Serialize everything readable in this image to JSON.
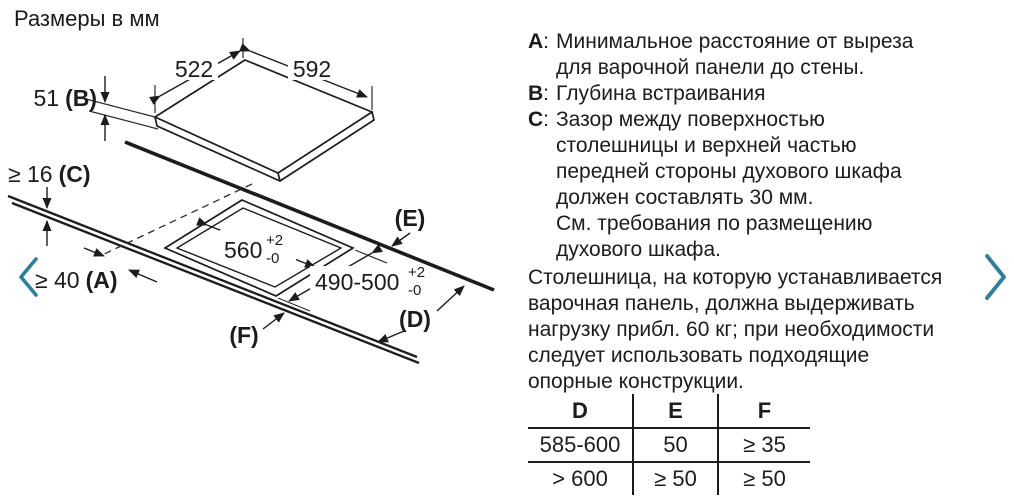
{
  "title": "Размеры в мм",
  "nav": {
    "accent_color": "#2f7e9d"
  },
  "diagram": {
    "width_left": "522",
    "width_right": "592",
    "depth_b": {
      "value": "51",
      "label": "(B)"
    },
    "thickness_c": {
      "value": "≥ 16",
      "label": "(C)"
    },
    "distance_a": {
      "value": "≥ 40",
      "label": "(A)"
    },
    "cutout_width": {
      "value": "560",
      "tol_plus": "+2",
      "tol_minus": "-0"
    },
    "cutout_depth": {
      "value": "490-500",
      "tol_plus": "+2",
      "tol_minus": "-0"
    },
    "label_e": "(E)",
    "label_d": "(D)",
    "label_f": "(F)"
  },
  "legend": {
    "separator": ":",
    "items": [
      {
        "key": "A",
        "text": "Минимальное расстояние от выреза\nдля варочной панели до стены."
      },
      {
        "key": "B",
        "text": "Глубина встраивания"
      },
      {
        "key": "C",
        "text": "Зазор между поверхностью\nстолешницы и верхней частью\nпередней стороны духового шкафа\nдолжен составлять 30 мм.\nСм. требования по размещению\nдухового шкафа."
      }
    ]
  },
  "note": "Столешница, на которую устанавливается\nварочная панель, должна выдерживать\nнагрузку прибл. 60 кг; при необходимости\nследует использовать подходящие\nопорные конструкции.",
  "table": {
    "headers": [
      "D",
      "E",
      "F"
    ],
    "rows": [
      [
        "585-600",
        "50",
        "≥ 35"
      ],
      [
        "> 600",
        "≥ 50",
        "≥ 50"
      ]
    ]
  }
}
